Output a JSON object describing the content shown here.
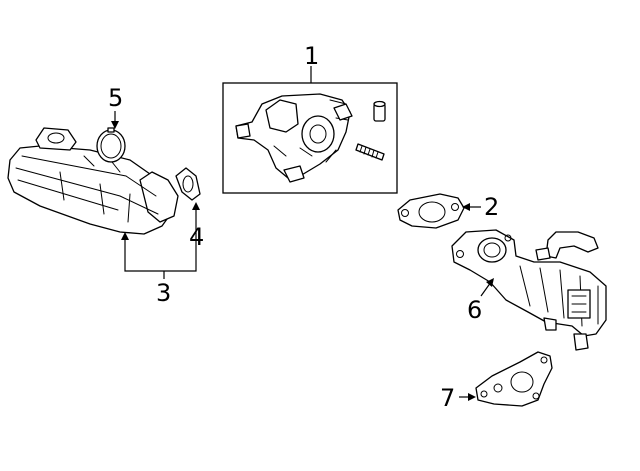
{
  "diagram": {
    "callouts": [
      {
        "id": "1",
        "text": "1"
      },
      {
        "id": "2",
        "text": "2"
      },
      {
        "id": "3",
        "text": "3"
      },
      {
        "id": "4",
        "text": "4"
      },
      {
        "id": "5",
        "text": "5"
      },
      {
        "id": "6",
        "text": "6"
      },
      {
        "id": "7",
        "text": "7"
      }
    ],
    "parts": [
      {
        "callout": "1",
        "icon": "egr-valve-assembly-icon"
      },
      {
        "callout": "2",
        "icon": "gasket-icon"
      },
      {
        "callout": "3",
        "icon": "egr-cooler-pipe-icon"
      },
      {
        "callout": "4",
        "icon": "gasket-icon"
      },
      {
        "callout": "5",
        "icon": "clamp-ring-icon"
      },
      {
        "callout": "6",
        "icon": "egr-cooler-icon"
      },
      {
        "callout": "7",
        "icon": "gasket-icon"
      }
    ],
    "colors": {
      "line": "#000000",
      "background": "#ffffff"
    }
  }
}
